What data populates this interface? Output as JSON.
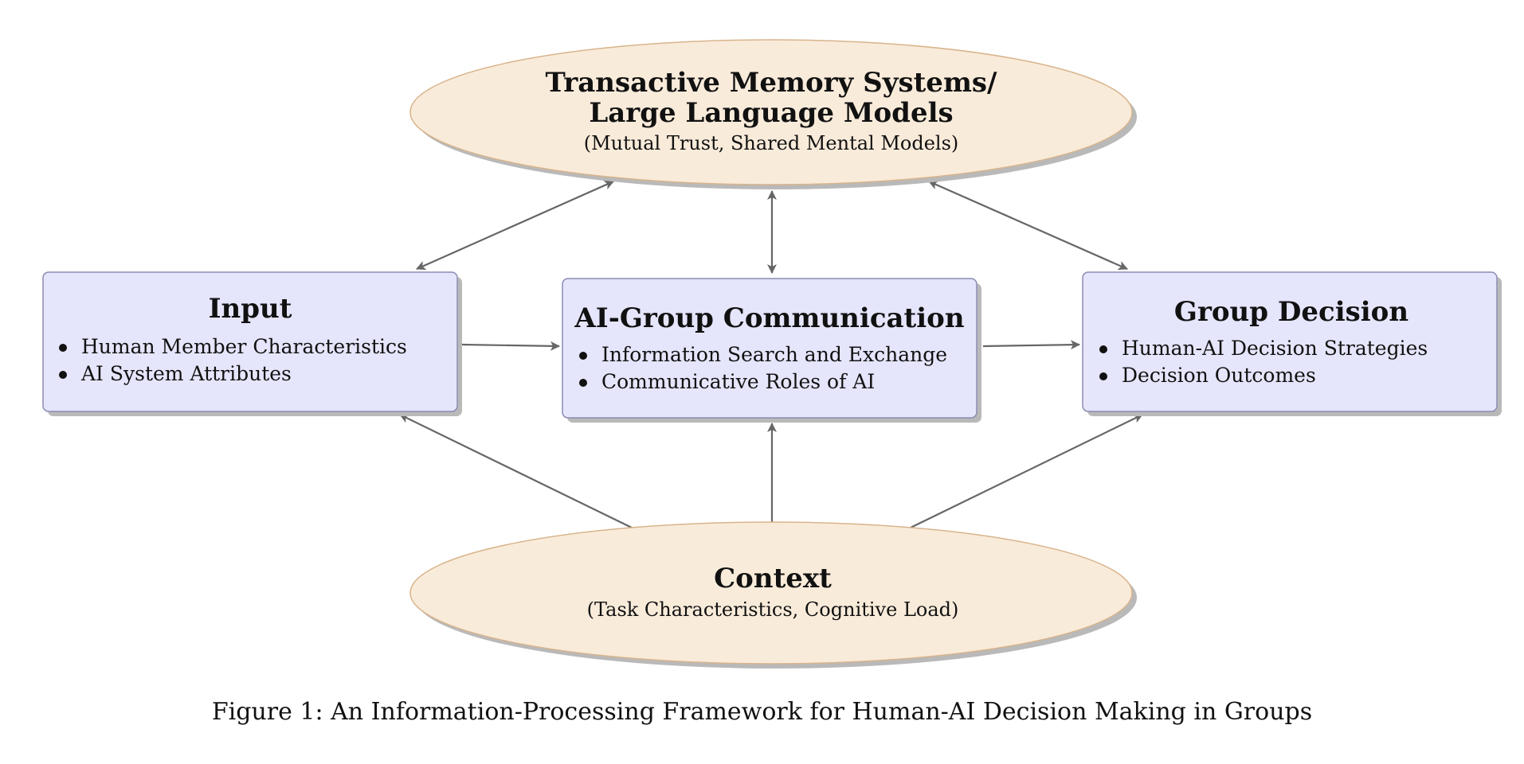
{
  "tms": {
    "title_line1": "Transactive Memory Systems/",
    "title_line2": "Large Language Models",
    "subtitle": "(Mutual Trust, Shared Mental Models)"
  },
  "input": {
    "title": "Input",
    "items": [
      "Human Member Characteristics",
      "AI System Attributes"
    ]
  },
  "communication": {
    "title": "AI-Group Communication",
    "items": [
      "Information Search and Exchange",
      "Communicative Roles of AI"
    ]
  },
  "decision": {
    "title": "Group Decision",
    "items": [
      "Human-AI Decision Strategies",
      "Decision Outcomes"
    ]
  },
  "context": {
    "title": "Context",
    "subtitle": "(Task Characteristics, Cognitive Load)"
  },
  "caption": "Figure 1: An Information-Processing Framework for Human-AI Decision Making in Groups",
  "colors": {
    "ellipse_fill": "#f9ebda",
    "ellipse_stroke": "#d8b48c",
    "box_fill": "#e5e5fb",
    "box_stroke": "#8c8cb4",
    "shadow": "#b9b9b9",
    "arrow": "#666666"
  }
}
